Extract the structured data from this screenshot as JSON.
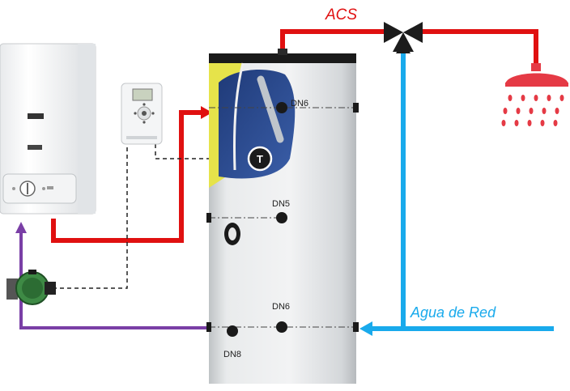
{
  "labels": {
    "acs": "ACS",
    "agua_de_red": "Agua de Red",
    "port_dn6_top": "DN6",
    "port_dn5": "DN5",
    "port_dn6_bottom": "DN6",
    "port_dn8": "DN8",
    "sensor_t": "T"
  },
  "colors": {
    "hot_water": "#e01010",
    "cold_water": "#19aaec",
    "return_pipe": "#7a3fa6",
    "tank_body": "#e6e6e6",
    "tank_cap": "#1a1a1a",
    "coil_blue": "#2c4a8f",
    "insulation_yellow": "#e6e34a",
    "shower": "#e53a45",
    "valve_dark": "#1c1c1c",
    "pump_green": "#2f7d3a"
  },
  "icons": {
    "heater": "gas-water-heater-icon",
    "controller": "solar-controller-icon",
    "pump": "circulation-pump-icon",
    "valve": "three-way-valve-icon",
    "shower": "shower-head-icon",
    "sensor": "temperature-sensor-icon"
  }
}
